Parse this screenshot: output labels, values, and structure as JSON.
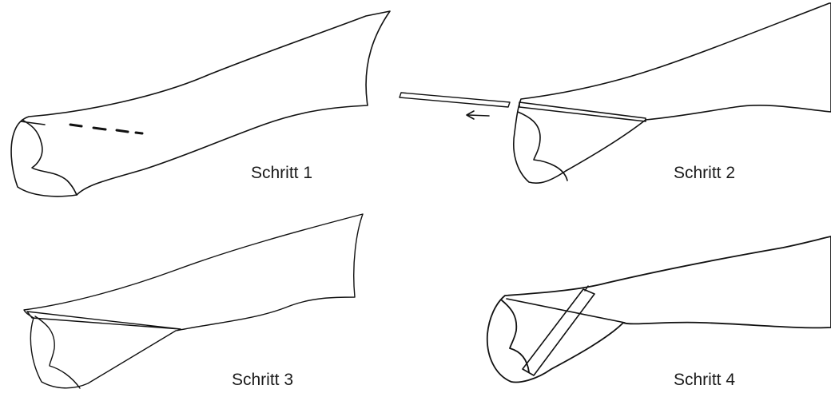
{
  "steps": [
    {
      "label": "Schritt 1"
    },
    {
      "label": "Schritt 2"
    },
    {
      "label": "Schritt 3"
    },
    {
      "label": "Schritt 4"
    }
  ],
  "colors": {
    "stroke": "#111111",
    "background": "#ffffff"
  }
}
